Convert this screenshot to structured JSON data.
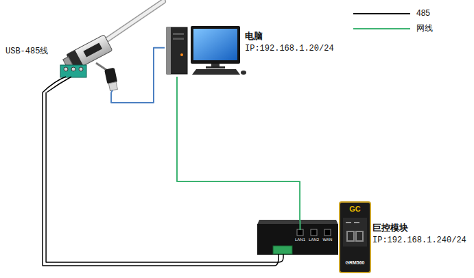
{
  "diagram": {
    "nodes": [
      {
        "text": [
          "USB-485线"
        ]
      },
      {
        "text": [
          "电脑",
          "IP:192.168.1.20/24"
        ]
      },
      {
        "text": [
          "巨控模块",
          "IP:192.168.1.240/24"
        ]
      }
    ],
    "edges": [
      {
        "from": 0,
        "to": 2,
        "arrow": "none"
      },
      {
        "from": 1,
        "to": 2,
        "arrow": "none"
      },
      {
        "from": 0,
        "to": 1,
        "arrow": "none"
      }
    ],
    "labels": [
      "LAN1",
      "LAN2",
      "WAN",
      "GC",
      "GRM560"
    ],
    "legend": [
      {
        "text": "485"
      },
      {
        "text": "网线"
      }
    ]
  }
}
